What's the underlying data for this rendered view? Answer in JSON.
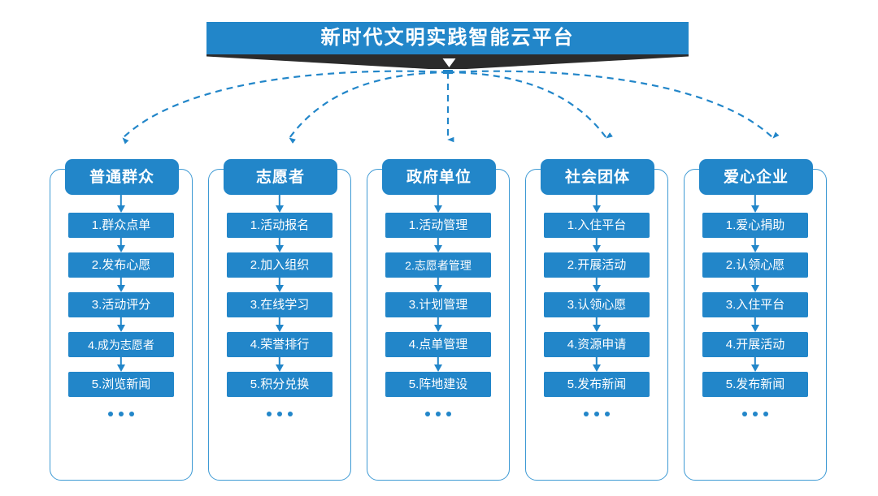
{
  "banner": {
    "title": "新时代文明实践智能云平台",
    "background_color": "#2286c9",
    "ribbon_color": "#2b2b2b",
    "text_color": "#ffffff"
  },
  "theme": {
    "accent": "#2286c9",
    "frame_border": "#3e9ad4",
    "connector": "#2286c9",
    "page_background": "#ffffff"
  },
  "ellipsis_label": "...",
  "columns": [
    {
      "header": "普通群众",
      "items": [
        "1.群众点单",
        "2.发布心愿",
        "3.活动评分",
        "4.成为志愿者",
        "5.浏览新闻"
      ]
    },
    {
      "header": "志愿者",
      "items": [
        "1.活动报名",
        "2.加入组织",
        "3.在线学习",
        "4.荣誉排行",
        "5.积分兑换"
      ]
    },
    {
      "header": "政府单位",
      "items": [
        "1.活动管理",
        "2.志愿者管理",
        "3.计划管理",
        "4.点单管理",
        "5.阵地建设"
      ]
    },
    {
      "header": "社会团体",
      "items": [
        "1.入住平台",
        "2.开展活动",
        "3.认领心愿",
        "4.资源申请",
        "5.发布新闻"
      ]
    },
    {
      "header": "爱心企业",
      "items": [
        "1.爱心捐助",
        "2.认领心愿",
        "3.入住平台",
        "4.开展活动",
        "5.发布新闻"
      ]
    }
  ]
}
